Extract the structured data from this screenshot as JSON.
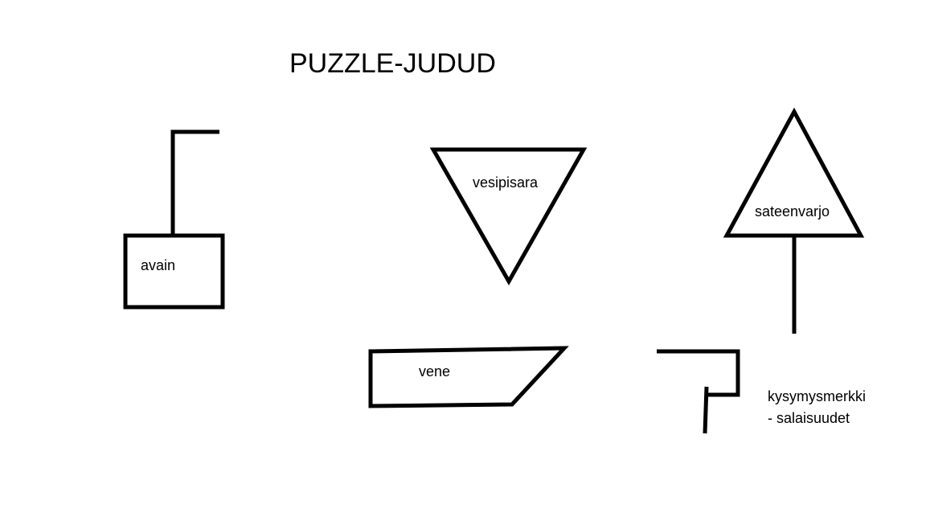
{
  "diagram": {
    "title": "PUZZLE-JUDUD",
    "items": {
      "key": {
        "label": "avain"
      },
      "drop": {
        "label": "vesipisara"
      },
      "umbrella": {
        "label": "sateenvarjo"
      },
      "boat": {
        "label": "vene"
      },
      "question": {
        "label_line1": "kysymysmerkki",
        "label_line2": "- salaisuudet"
      }
    }
  },
  "colors": {
    "background": "#ffffff",
    "ink": "#000000"
  }
}
